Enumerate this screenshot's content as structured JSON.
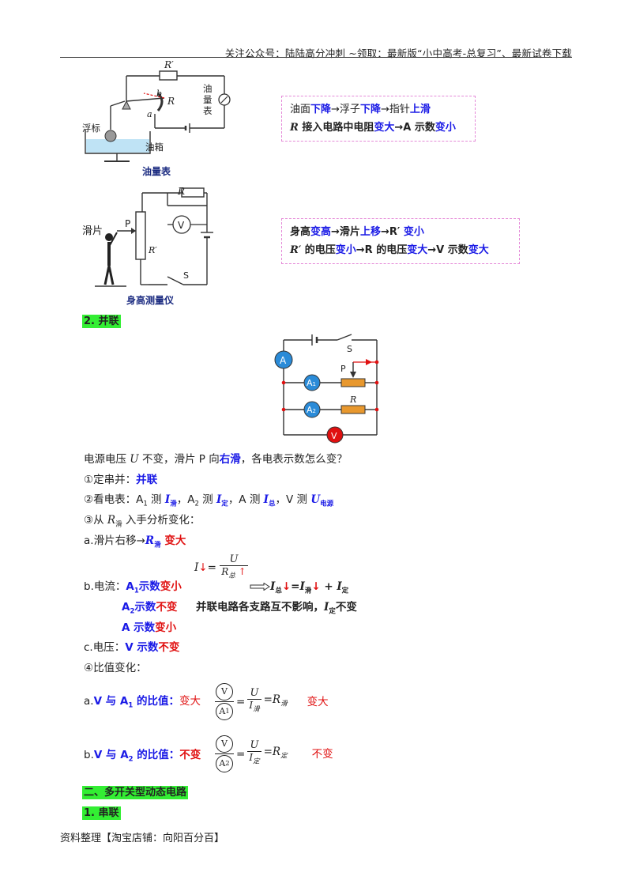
{
  "header": {
    "text": "关注公众号：陆陆高分冲刺   ~领取：最新版“小中高考-总复习”、最新试卷下载"
  },
  "fig1": {
    "r_prime": "R′",
    "r": "R",
    "b": "b",
    "a": "a",
    "meter_name": "油量表",
    "float_label": "浮标",
    "tank_label": "油箱",
    "caption": "油量表"
  },
  "box1": {
    "l1": [
      "油面",
      "下降",
      "→浮子",
      "下降",
      "→指针",
      "上滑"
    ],
    "l2": [
      "R",
      " 接入电路中电阻",
      "变大",
      "→A 示数",
      "变小"
    ]
  },
  "fig2": {
    "slider_label": "滑片",
    "p": "P",
    "r": "R",
    "r_prime": "R′",
    "v": "V",
    "s": "S",
    "caption": "身高测量仪"
  },
  "box2": {
    "l1": [
      "身高",
      "变高",
      "→滑片",
      "上移",
      "→R′  ",
      "变小"
    ],
    "l2": [
      "R′",
      " 的电压",
      "变小",
      "→R 的电压",
      "变大",
      "→V 示数",
      "变大"
    ]
  },
  "sec_parallel": "2. 并联",
  "fig3": {
    "a": "A",
    "a1": "A",
    "a1_sub": "1",
    "a2": "A",
    "a2_sub": "2",
    "v": "V",
    "s": "S",
    "p": "P",
    "r": "R"
  },
  "question": [
    "电源电压 ",
    "U",
    " 不变，滑片 P 向",
    "右滑",
    "，各电表示数怎么变？"
  ],
  "step1": [
    "①定串并：",
    "并联"
  ],
  "step2": [
    "②看电表：A",
    "1",
    " 测 ",
    "I",
    "滑",
    "，A",
    "2",
    " 测 ",
    "I",
    "定",
    "，A 测 ",
    "I",
    "总",
    "，V 测 ",
    "U",
    "电源"
  ],
  "step3": [
    "③从 ",
    "R",
    "滑",
    " 入手分析变化："
  ],
  "a_line": [
    "a.滑片右移→",
    "R",
    "滑",
    " 变大"
  ],
  "eq_i": {
    "lhs": "I",
    "arrow_down": "↓",
    "eq": "=",
    "num": "U",
    "den": "R",
    "den_sub": "总",
    "arrow_up": "↑"
  },
  "b_line": [
    "b.电流：",
    "A",
    "1",
    "示数",
    "变小"
  ],
  "chain": [
    "I",
    "总",
    "↓",
    "=",
    "I",
    "滑",
    "↓",
    "+",
    "I",
    "定"
  ],
  "a2_line": [
    "A",
    "2",
    "示数",
    "不变"
  ],
  "a2_note": [
    "并联电路各支路互不影响，",
    "I",
    "定",
    "不变"
  ],
  "a_total": [
    "A 示数",
    "变小"
  ],
  "c_line": [
    "c.电压：",
    "V 示数",
    "不变"
  ],
  "step4": "④比值变化：",
  "ratio_a": {
    "label": [
      "a.",
      "V 与 A",
      "1",
      " 的比值：",
      "变大"
    ],
    "top": "V",
    "bot": "A",
    "bot_sub": "1",
    "eq": "=",
    "num": "U",
    "den": "I",
    "den_sub": "滑",
    "rhs": "=R",
    "rhs_sub": "滑",
    "result": "变大"
  },
  "ratio_b": {
    "label": [
      "b.",
      "V 与 A",
      "2",
      " 的比值：",
      "不变"
    ],
    "top": "V",
    "bot": "A",
    "bot_sub": "2",
    "eq": "=",
    "num": "U",
    "den": "I",
    "den_sub": "定",
    "rhs": "=R",
    "rhs_sub": "定",
    "result": "不变"
  },
  "sec_multi": "二、多开关型动态电路",
  "sec_series": "1. 串联",
  "footer": "资料整理【淘宝店铺：向阳百分百】",
  "colors": {
    "blue": "#1a1ae6",
    "red": "#e01010",
    "green": "#33ee33",
    "dashed_box": "#e58ad8",
    "resistor": "#e8982e",
    "ammeter": "#2a8bd8",
    "voltmeter": "#e01010"
  }
}
